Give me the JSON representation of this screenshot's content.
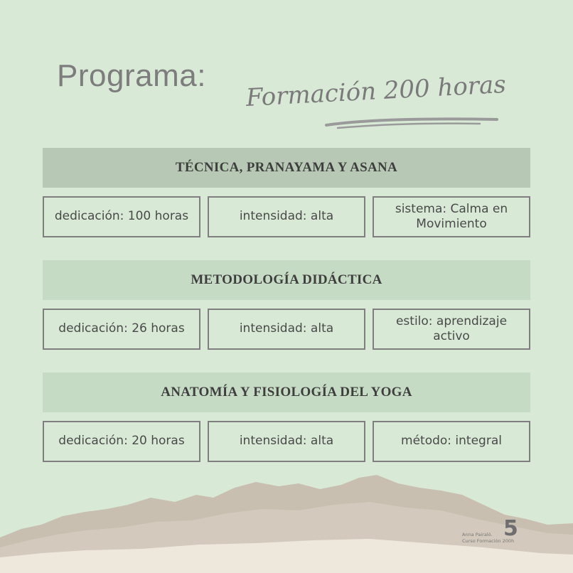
{
  "header": {
    "title": "Programa:",
    "subtitle_script": "Formación 200 horas"
  },
  "sections": [
    {
      "heading": "TÉCNICA, PRANAYAMA Y ASANA",
      "cells": [
        "dedicación: 100 horas",
        "intensidad: alta",
        "sistema: Calma en Movimiento"
      ]
    },
    {
      "heading": "METODOLOGÍA DIDÁCTICA",
      "cells": [
        "dedicación: 26 horas",
        "intensidad: alta",
        "estilo: aprendizaje activo"
      ]
    },
    {
      "heading": "ANATOMÍA Y FISIOLOGÍA DEL YOGA",
      "cells": [
        "dedicación: 20 horas",
        "intensidad: alta",
        "método: integral"
      ]
    }
  ],
  "footer": {
    "author": "Anna Pairaló.",
    "course": "Curso Formación 200h",
    "page_number": "5"
  },
  "colors": {
    "background": "#d8e9d6",
    "header_dark": "#b7c9b4",
    "header_light": "#c6dbc4",
    "border": "#7f7f7f",
    "text": "#4a4a4a"
  }
}
